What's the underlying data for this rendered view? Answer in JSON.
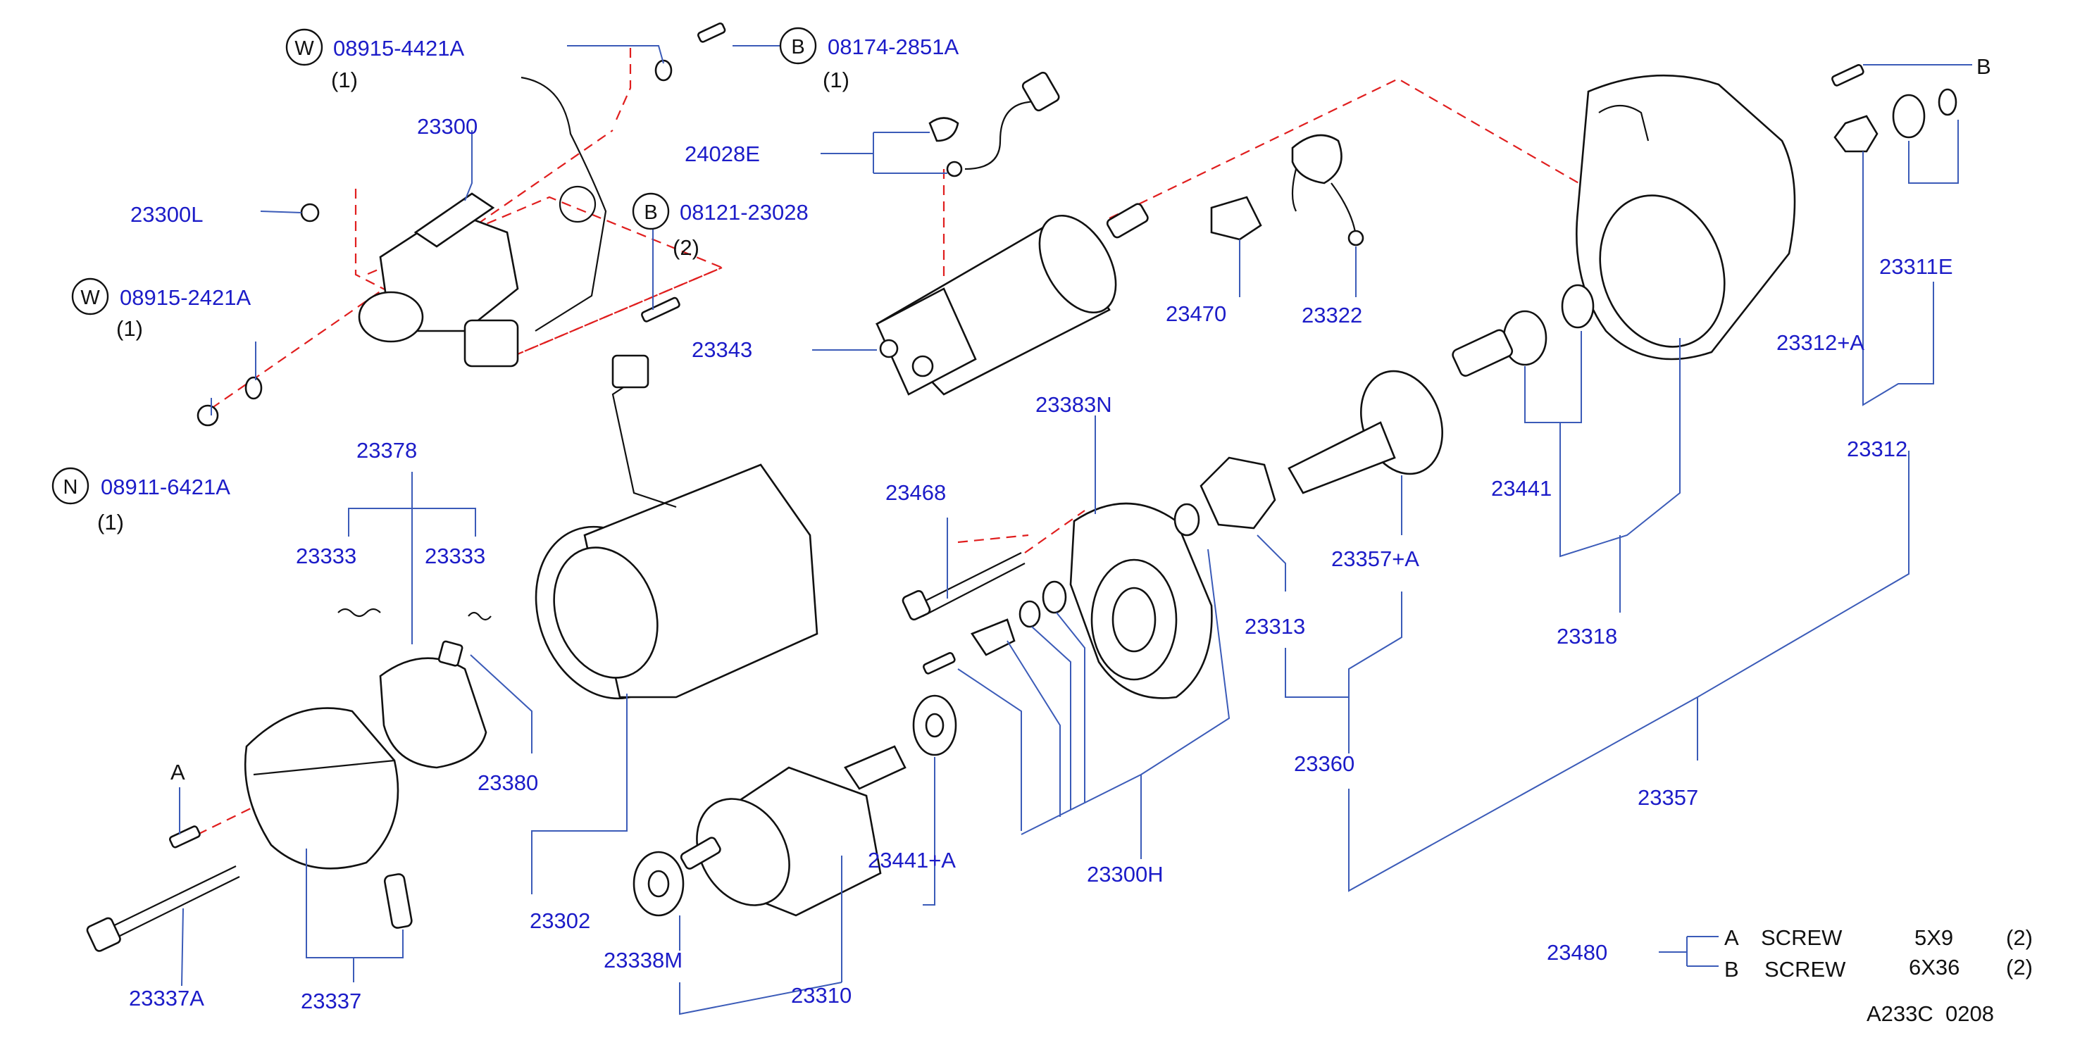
{
  "labels": {
    "l_23300": "23300",
    "l_23300L": "23300L",
    "l_24028E": "24028E",
    "l_23343": "23343",
    "l_23470": "23470",
    "l_23322": "23322",
    "l_23378": "23378",
    "l_23333a": "23333",
    "l_23333b": "23333",
    "l_23380": "23380",
    "l_23302": "23302",
    "l_23337A": "23337A",
    "l_23337": "23337",
    "l_23338M": "23338M",
    "l_23310": "23310",
    "l_23441A": "23441+A",
    "l_23468": "23468",
    "l_23383N": "23383N",
    "l_23300H": "23300H",
    "l_23313": "23313",
    "l_23357A": "23357+A",
    "l_23360": "23360",
    "l_23441": "23441",
    "l_23318": "23318",
    "l_23357": "23357",
    "l_23312A": "23312+A",
    "l_23311E": "23311E",
    "l_23312": "23312",
    "l_23480": "23480"
  },
  "callouts": {
    "w1_letter": "W",
    "w1_code": "08915-4421A",
    "w1_qty": "(1)",
    "b1_letter": "B",
    "b1_code": "08174-2851A",
    "b1_qty": "(1)",
    "b2_letter": "B",
    "b2_code": "08121-23028",
    "b2_qty": "(2)",
    "w2_letter": "W",
    "w2_code": "08915-2421A",
    "w2_qty": "(1)",
    "n1_letter": "N",
    "n1_code": "08911-6421A",
    "n1_qty": "(1)"
  },
  "markers": {
    "a_left": "A",
    "b_top": "B"
  },
  "legend": {
    "rows": [
      {
        "letter": "A",
        "name": "SCREW",
        "size": "5X9",
        "qty": "(2)"
      },
      {
        "letter": "B",
        "name": "SCREW",
        "size": "6X36",
        "qty": "(2)"
      }
    ]
  },
  "footer": {
    "code": "A233C  0208"
  },
  "colors": {
    "label": "#1c1cc8",
    "leader": "#3b5bb8",
    "dashed": "#e01e1e",
    "drawing": "#111111"
  }
}
